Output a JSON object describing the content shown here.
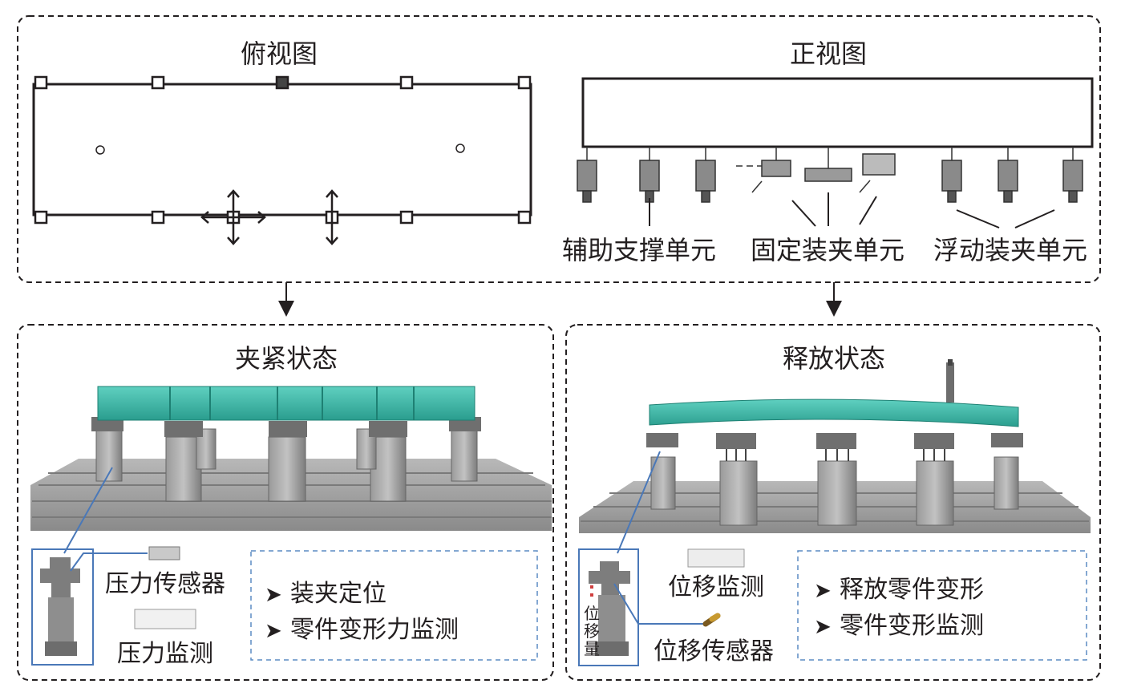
{
  "top_panel": {
    "top_view_title": "俯视图",
    "front_view_title": "正视图",
    "labels": {
      "auxiliary_support": "辅助支撑单元",
      "fixed_clamp": "固定装夹单元",
      "floating_clamp": "浮动装夹单元"
    }
  },
  "clamped_panel": {
    "title": "夹紧状态",
    "pressure_sensor": "压力传感器",
    "pressure_monitor": "压力监测",
    "bullets": [
      "装夹定位",
      "零件变形力监测"
    ]
  },
  "released_panel": {
    "title": "释放状态",
    "displacement_monitor": "位移监测",
    "displacement_sensor": "位移传感器",
    "displacement_amount": [
      "位",
      "移",
      "量"
    ],
    "bullets": [
      "释放零件变形",
      "零件变形监测"
    ]
  },
  "bullet_glyph": "➤",
  "colors": {
    "teal": "#35b3a3",
    "gray": "#8c8c8c",
    "dark_gray": "#666666",
    "blue_link": "#4a78b8",
    "blue_dash": "#5b8cc4",
    "line": "#231f20"
  }
}
